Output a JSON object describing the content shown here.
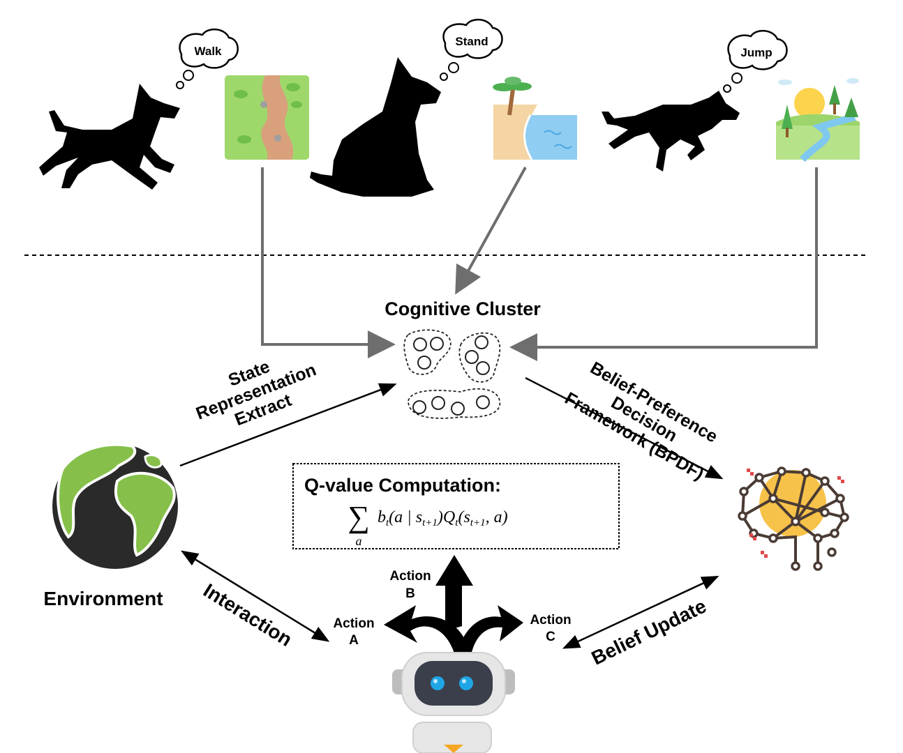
{
  "thoughts": {
    "walk": "Walk",
    "stand": "Stand",
    "jump": "Jump"
  },
  "cluster_title": "Cognitive Cluster",
  "qvalue": {
    "title": "Q-value Computation:",
    "sum_symbol": "∑",
    "sum_index": "a",
    "formula": "b_t(a | s_{t+1}) Q_t(s_{t+1}, a)"
  },
  "environment_label": "Environment",
  "edges": {
    "state_extract": [
      "State",
      "Representation",
      "Extract"
    ],
    "bpdf": [
      "Belief-Preference",
      "Decision",
      "Framework (BPDF)"
    ],
    "interaction": "Interaction",
    "belief_update": "Belief Update"
  },
  "actions": {
    "a": [
      "Action",
      "A"
    ],
    "b": [
      "Action",
      "B"
    ],
    "c": [
      "Action",
      "C"
    ]
  },
  "icons": {
    "dogs": [
      "dog-walking-icon",
      "dog-sitting-icon",
      "dog-running-icon"
    ],
    "scenes": [
      "path-scene-icon",
      "beach-scene-icon",
      "river-landscape-icon"
    ],
    "environment": "globe-icon",
    "brain": "neural-brain-icon",
    "agent": "robot-icon",
    "cluster": "cluster-blobs-icon"
  },
  "colors": {
    "arrow_gray": "#6e6e6e",
    "globe_green": "#86c04a",
    "globe_dark": "#2a2a2a",
    "brain_orange": "#f7c24a",
    "brain_lines": "#4a3b34",
    "robot_blue": "#1fa6e6"
  }
}
